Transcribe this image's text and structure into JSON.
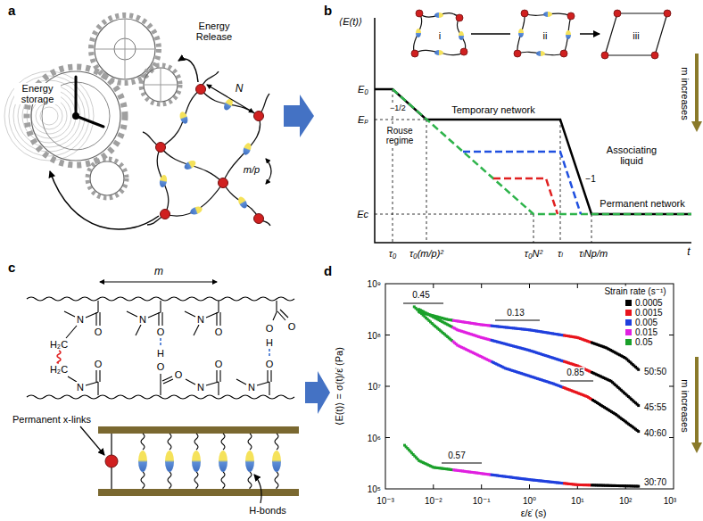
{
  "diagram": {
    "labels": [
      "a",
      "Energy Release",
      "Energy storage",
      "N",
      "m/p",
      "b",
      "⟨E(t)⟩",
      "i",
      "ii",
      "iii",
      "m increases",
      "E₀",
      "Eₚ",
      "Ec",
      "−1/2",
      "Rouse regime",
      "Temporary network",
      "Associating liquid",
      "−1",
      "Permanent network",
      "τ₀",
      "τ₀(m/p)²",
      "τ₀N²",
      "τₗ",
      "τₗNp/m",
      "t",
      "c",
      "m",
      "N",
      "O",
      "H₂C",
      "N",
      "O",
      "N",
      "O",
      "O",
      "H",
      "O",
      "H₂C",
      "N",
      "O",
      "H",
      "O",
      "O",
      "N",
      "O",
      "N",
      "O",
      "Permanent x-links",
      "H-bonds",
      "d",
      "⟨E(t)⟩ = σ(t)/ε̇ (Pa)",
      "10⁹",
      "10⁸",
      "10⁷",
      "10⁶",
      "10⁵",
      "10⁻³",
      "10⁻²",
      "10⁻¹",
      "10⁰",
      "10¹",
      "10²",
      "10³",
      "ε/ε̇ (s)",
      "0.45",
      "0.13",
      "0.85",
      "0.57",
      "50:50",
      "45:55",
      "40:60",
      "30:70",
      "Strain rate (s⁻¹)",
      "m increases"
    ],
    "legend": [
      {
        "text": "0.0005",
        "color": "#000000"
      },
      {
        "text": "0.0015",
        "color": "#e8141c"
      },
      {
        "text": "0.005",
        "color": "#1f3fdd"
      },
      {
        "text": "0.015",
        "color": "#e020e0"
      },
      {
        "text": "0.05",
        "color": "#1aa02a"
      }
    ]
  }
}
